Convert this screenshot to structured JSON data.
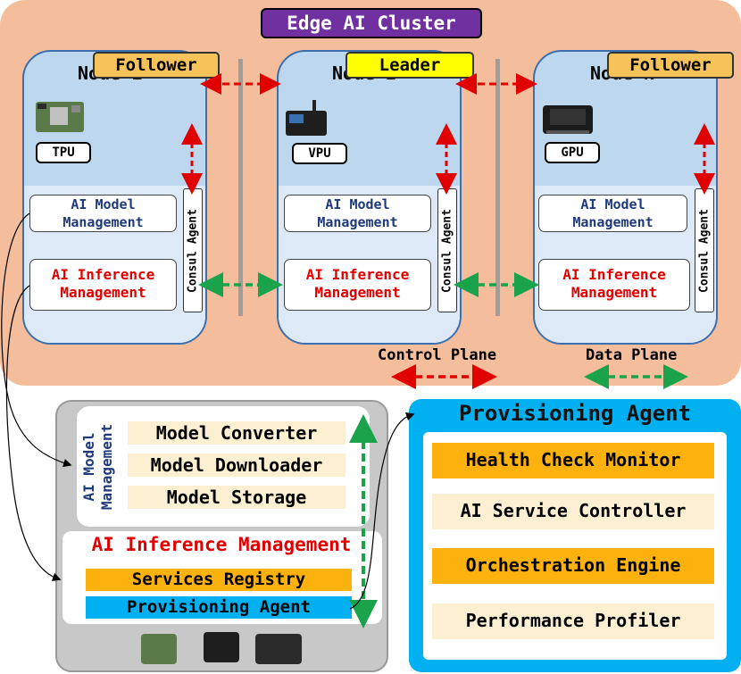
{
  "cluster": {
    "title": "Edge AI Cluster"
  },
  "nodes": [
    {
      "title": "Node 1",
      "role": "Follower",
      "hardware": "TPU"
    },
    {
      "title": "Node 2",
      "role": "Leader",
      "hardware": "VPU"
    },
    {
      "title": "Node N",
      "role": "Follower",
      "hardware": "GPU"
    }
  ],
  "node_components": {
    "model_mgmt_line1": "AI Model",
    "model_mgmt_line2": "Management",
    "inference_line1": "AI Inference",
    "inference_line2": "Management",
    "consul": "Consul Agent"
  },
  "legend": {
    "control": "Control Plane",
    "data": "Data Plane"
  },
  "ai_model_management": {
    "label_line1": "AI Model",
    "label_line2": "Management",
    "items": [
      "Model Converter",
      "Model Downloader",
      "Model Storage"
    ]
  },
  "ai_inference_management": {
    "title": "AI Inference Management",
    "items": [
      "Services Registry",
      "Provisioning Agent"
    ]
  },
  "provisioning_agent": {
    "title": "Provisioning Agent",
    "items": [
      "Health Check Monitor",
      "AI Service Controller",
      "Orchestration Engine",
      "Performance Profiler"
    ]
  },
  "colors": {
    "control_plane": "#e00000",
    "data_plane": "#1aa34a",
    "leader": "#ffff00",
    "follower": "#f6c35a",
    "provisioning": "#00b0f0"
  }
}
